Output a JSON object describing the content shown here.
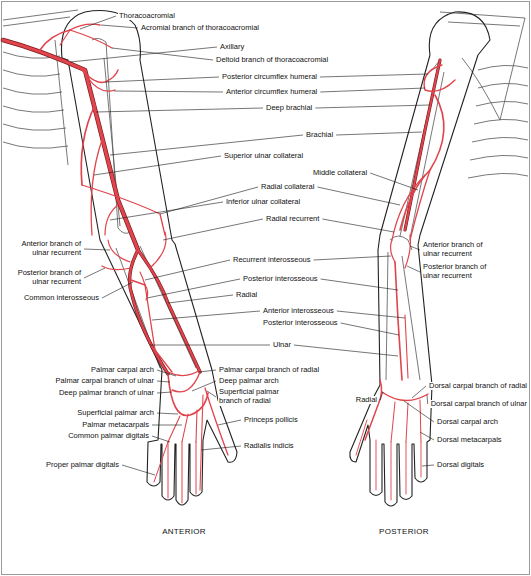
{
  "diagram": {
    "labels": [
      "Thoracoacromial",
      "Acromial branch of thoracoacromial",
      "Axillary",
      "Deltoid branch of thoracoacromial",
      "Posterior circumflex humeral",
      "Anterior circumflex humeral",
      "Deep brachial",
      "Brachial",
      "Superior ulnar collateral",
      "Middle collateral",
      "Radial collateral",
      "Inferior ulnar collateral",
      "Radial recurrent",
      "Anterior branch of ulnar recurrent",
      "Anterior branch of ulnar recurrent",
      "Recurrent interosseous",
      "Posterior branch of ulnar recurrent",
      "Posterior branch of ulnar recurrent",
      "Posterior interosseous",
      "Common interosseous",
      "Radial",
      "Anterior interosseous",
      "Posterior interosseous",
      "Ulnar",
      "Palmar carpal arch",
      "Palmar carpal branch of radial",
      "Palmar carpal branch of ulnar",
      "Deep palmar arch",
      "Deep palmar branch of ulnar",
      "Superficial palmar branch of radial",
      "Dorsal carpal branch of radial",
      "Radial",
      "Dorsal carpal branch of ulnar",
      "Superficial palmar arch",
      "Dorsal carpal arch",
      "Princeps pollicis",
      "Palmar metacarpals",
      "Common palmar digitals",
      "Dorsal metacarpals",
      "Radialis indicis",
      "Dorsal digitals",
      "Proper palmar digitals",
      "ANTERIOR",
      "POSTERIOR"
    ]
  }
}
